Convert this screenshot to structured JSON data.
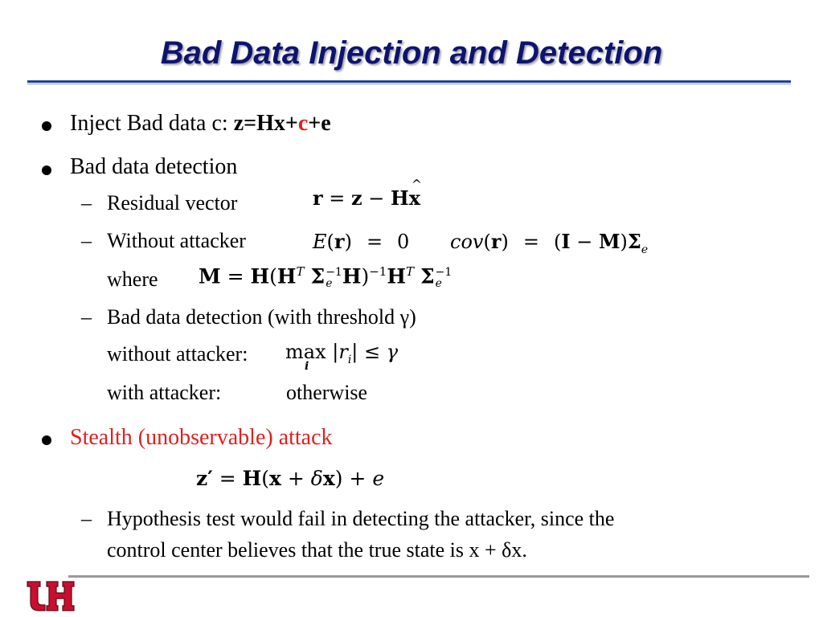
{
  "slide": {
    "title": "Bad Data Injection and Detection",
    "b1": {
      "prefix": "Inject Bad data c: ",
      "eq_a": "z=Hx+",
      "eq_c": "c",
      "eq_b": "+e"
    },
    "b2": {
      "text": "Bad data detection"
    },
    "sub_residual": {
      "label": "Residual vector",
      "eq": "r = z − Hx"
    },
    "sub_without": {
      "label": "Without attacker",
      "eq1": "E(r) = 0",
      "eq2": "cov(r) = (I − M)Σe"
    },
    "sub_where": {
      "label": "where",
      "eq": "M = H(HT Σe−1 H)−1 HT Σe−1"
    },
    "sub_detect": {
      "label": "Bad data detection (with threshold γ)"
    },
    "sub_without2": {
      "label": "without attacker:",
      "eq": "max |ri| ≤ γ"
    },
    "sub_with": {
      "label": "with attacker:",
      "value": "otherwise"
    },
    "b3": {
      "text": "Stealth (unobservable) attack",
      "eq": "z′ = H(x + δx) + e"
    },
    "sub_hyp": {
      "line1": "Hypothesis test would fail in detecting the attacker, since the",
      "line2": "control center believes that the true state is x + δx."
    }
  },
  "colors": {
    "title": "#0d1470",
    "accent_red": "#e0201e",
    "rule_blue": "#1e3f96",
    "logo_red": "#c8102e"
  },
  "icons": {
    "logo": "uh-logo-icon"
  }
}
